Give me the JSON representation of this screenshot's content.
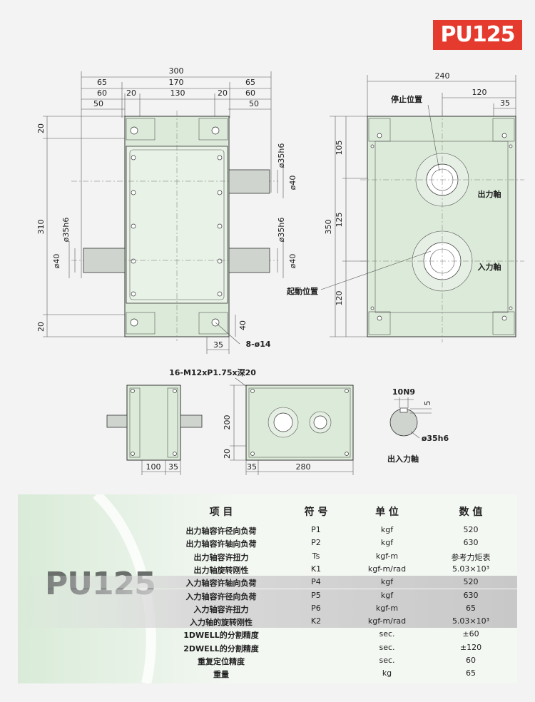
{
  "model": "PU125",
  "drawing": {
    "front_view": {
      "dims_top": [
        "300",
        "65",
        "170",
        "65",
        "60",
        "20",
        "130",
        "20",
        "60",
        "50",
        "50"
      ],
      "dims_left": [
        "20",
        "310",
        "20"
      ],
      "dims_shaft": [
        "ø35h6",
        "ø40",
        "ø35h6",
        "ø40",
        "ø35h6",
        "ø40"
      ],
      "dims_bottom": [
        "35",
        "40"
      ],
      "hole_note": "8-ø14"
    },
    "side_view": {
      "dims_top": [
        "240",
        "120",
        "35"
      ],
      "dims_left": [
        "350",
        "105",
        "125",
        "120"
      ],
      "stop_position": "停止位置",
      "output_shaft": "出力軸",
      "input_shaft": "入力軸",
      "start_position": "起動位置"
    },
    "bottom_views": {
      "thread_note": "16-M12xP1.75x深20",
      "dims_a": [
        "100",
        "35"
      ],
      "dims_b": [
        "200",
        "20",
        "35",
        "280"
      ],
      "key_width": "10N9",
      "key_depth": "5",
      "shaft_dia": "ø35h6",
      "shaft_caption": "出入力軸"
    }
  },
  "spec_table": {
    "headers": [
      "项  目",
      "符  号",
      "单  位",
      "数  值"
    ],
    "rows": [
      {
        "item": "出力轴容许径向负荷",
        "symbol": "P1",
        "unit": "kgf",
        "value": "520"
      },
      {
        "item": "出力轴容许轴向负荷",
        "symbol": "P2",
        "unit": "kgf",
        "value": "630"
      },
      {
        "item": "出力轴容许扭力",
        "symbol": "Ts",
        "unit": "kgf-m",
        "value": "参考力矩表"
      },
      {
        "item": "出力轴旋转刚性",
        "symbol": "K1",
        "unit": "kgf-m/rad",
        "value": "5.03×10³"
      },
      {
        "item": "入力轴容许轴向负荷",
        "symbol": "P4",
        "unit": "kgf",
        "value": "520"
      },
      {
        "item": "入力轴容许径向负荷",
        "symbol": "P5",
        "unit": "kgf",
        "value": "630"
      },
      {
        "item": "入力轴容许扭力",
        "symbol": "P6",
        "unit": "kgf-m",
        "value": "65"
      },
      {
        "item": "入力轴的旋转刚性",
        "symbol": "K2",
        "unit": "kgf-m/rad",
        "value": "5.03×10³"
      },
      {
        "item": "1DWELL的分割精度",
        "symbol": "",
        "unit": "sec.",
        "value": "±60"
      },
      {
        "item": "2DWELL的分割精度",
        "symbol": "",
        "unit": "sec.",
        "value": "±120"
      },
      {
        "item": "重复定位精度",
        "symbol": "",
        "unit": "sec.",
        "value": "60"
      },
      {
        "item": "重量",
        "symbol": "",
        "unit": "kg",
        "value": "65"
      }
    ]
  }
}
